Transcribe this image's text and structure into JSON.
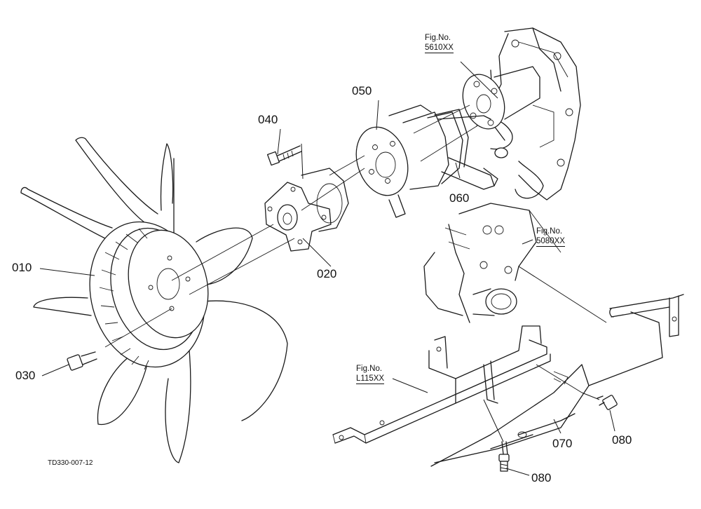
{
  "parts": [
    {
      "id": "010",
      "label": "010"
    },
    {
      "id": "020",
      "label": "020"
    },
    {
      "id": "030",
      "label": "030"
    },
    {
      "id": "040",
      "label": "040"
    },
    {
      "id": "050",
      "label": "050"
    },
    {
      "id": "060",
      "label": "060"
    },
    {
      "id": "070",
      "label": "070"
    },
    {
      "id": "080a",
      "label": "080"
    },
    {
      "id": "080b",
      "label": "080"
    }
  ],
  "figure_refs": [
    {
      "line1": "Fig.No.",
      "line2": "5610XX"
    },
    {
      "line1": "Fig.No.",
      "line2": "5080XX"
    },
    {
      "line1": "Fig.No.",
      "line2": "L115XX"
    }
  ],
  "drawing_code": "TD330-007-12"
}
